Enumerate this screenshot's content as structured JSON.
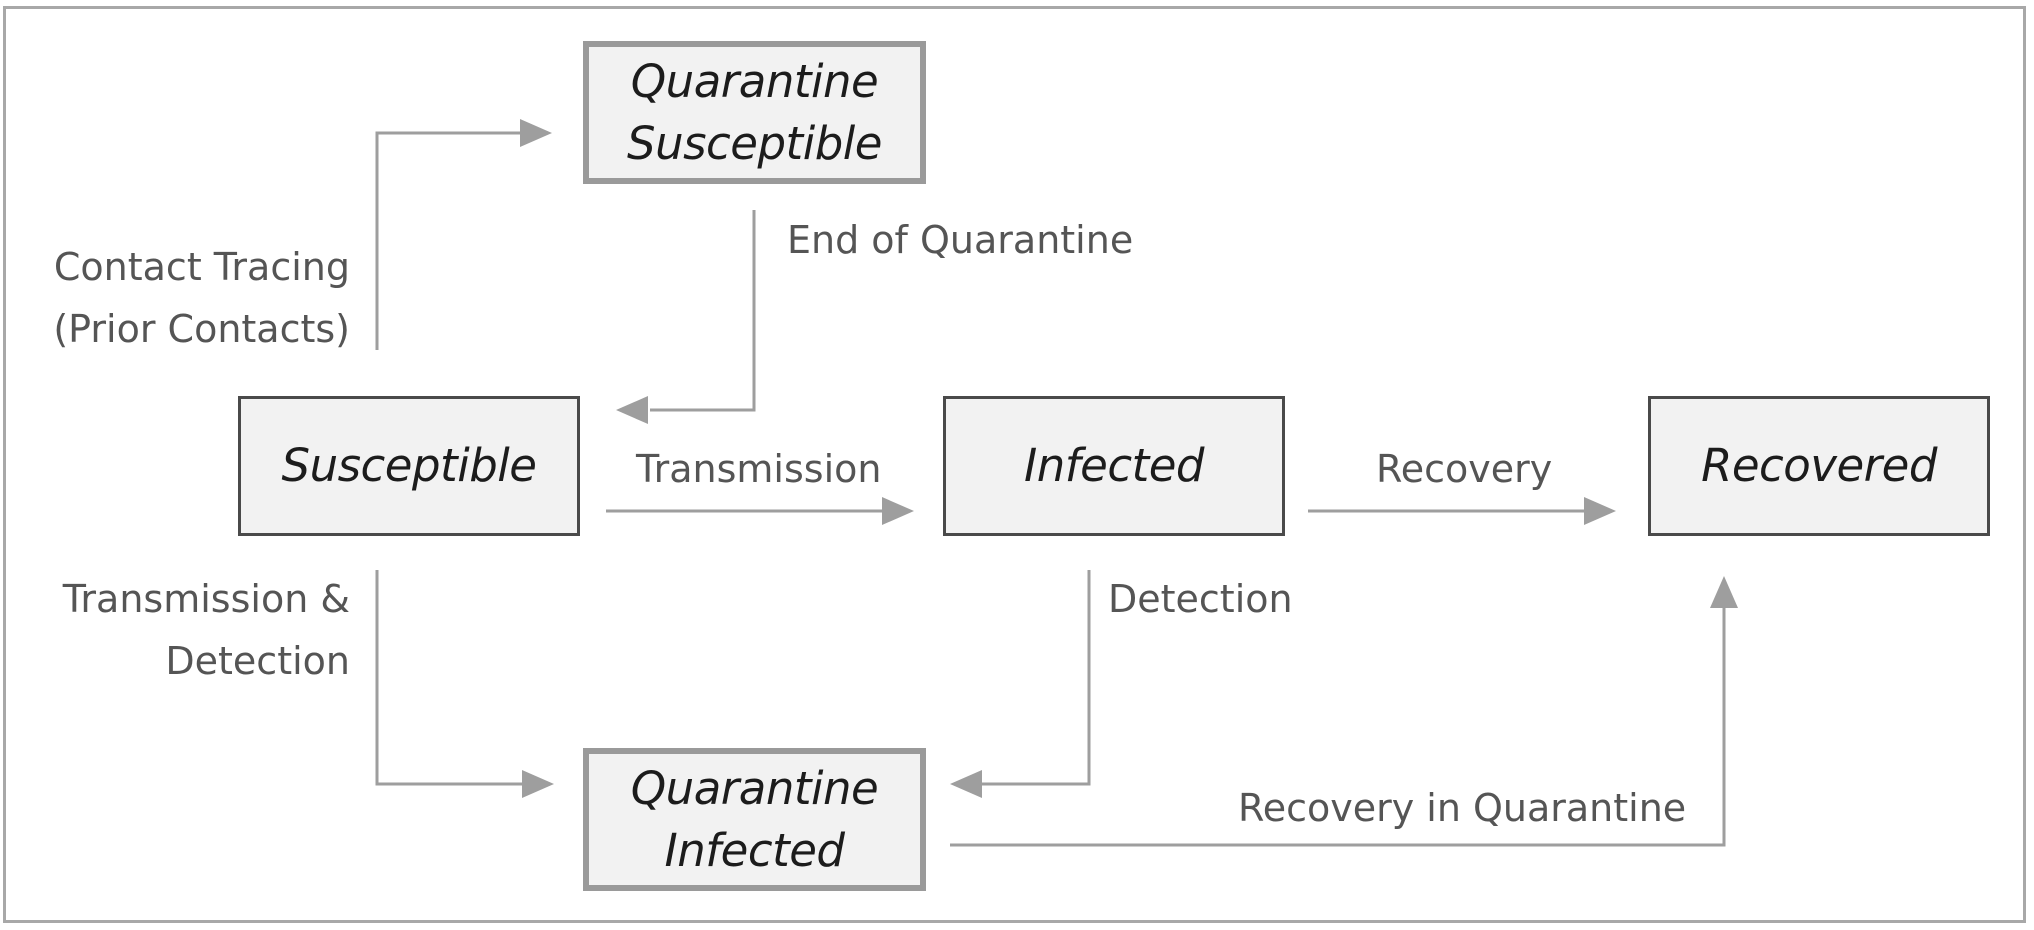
{
  "nodes": {
    "susceptible": {
      "label": "Susceptible"
    },
    "infected": {
      "label": "Infected"
    },
    "recovered": {
      "label": "Recovered"
    },
    "quarantine_susceptible": {
      "line1": "Quarantine",
      "line2": "Susceptible"
    },
    "quarantine_infected": {
      "line1": "Quarantine",
      "line2": "Infected"
    }
  },
  "edges": {
    "contact_tracing": {
      "line1": "Contact Tracing",
      "line2": "(Prior Contacts)"
    },
    "end_of_quarantine": "End of Quarantine",
    "transmission": "Transmission",
    "recovery": "Recovery",
    "transmission_detection": {
      "line1": "Transmission &",
      "line2": "Detection"
    },
    "detection": "Detection",
    "recovery_in_quarantine": "Recovery in Quarantine"
  },
  "colors": {
    "arrow": "#9e9e9e",
    "node_fill": "#f2f2f2",
    "node_border": "#4a4a4a",
    "quarantine_border": "#9a9a9a",
    "label_text": "#555555",
    "node_text": "#1c1c1c"
  }
}
